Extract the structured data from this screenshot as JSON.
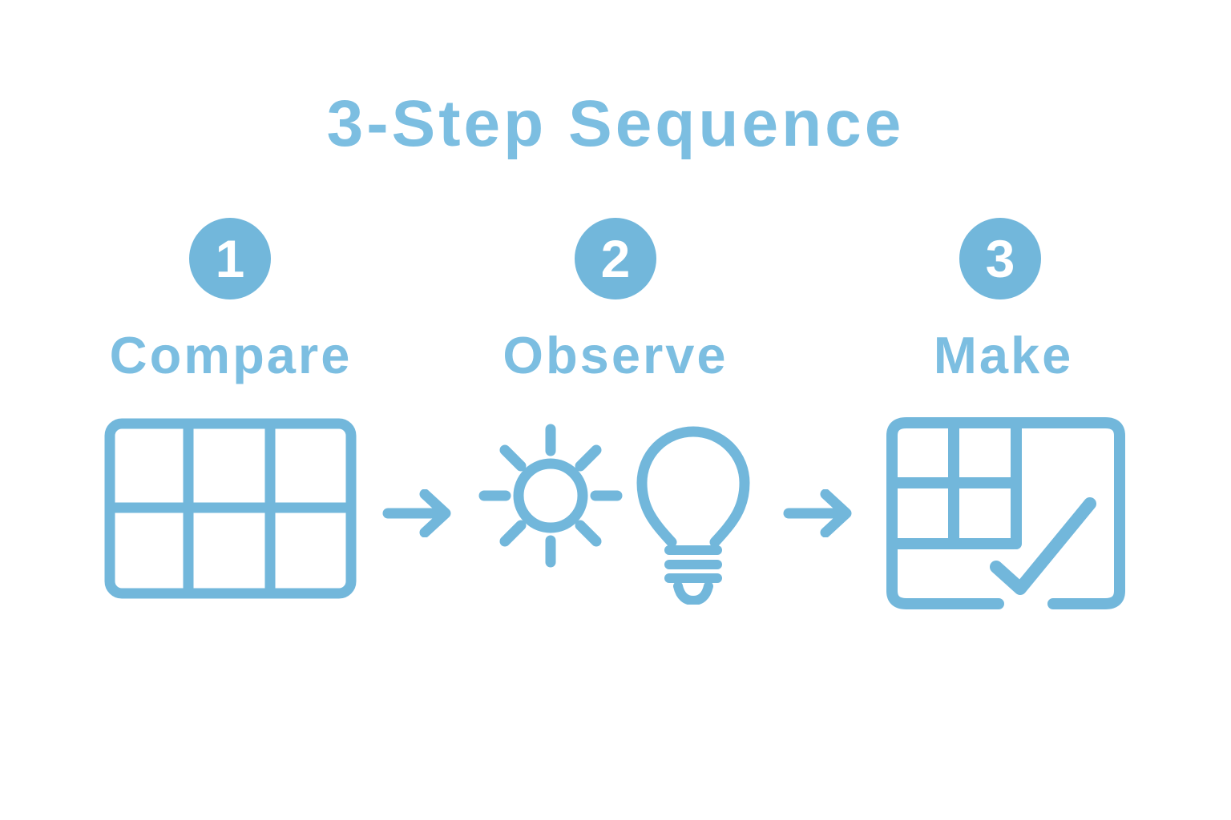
{
  "title": "3-Step Sequence",
  "colors": {
    "accent": "#72B7DB",
    "text": "#7CBEE1",
    "badge_number": "#FFFFFF",
    "background": "#FFFFFF"
  },
  "steps": [
    {
      "number": "1",
      "label": "Compare",
      "icon": "table-grid-3x2-icon"
    },
    {
      "number": "2",
      "label": "Observe",
      "icon": "sun-and-lightbulb-icon"
    },
    {
      "number": "3",
      "label": "Make",
      "icon": "grid-with-checkmark-icon"
    }
  ],
  "connectors": [
    {
      "icon": "right-arrow-icon"
    },
    {
      "icon": "right-arrow-icon"
    }
  ]
}
